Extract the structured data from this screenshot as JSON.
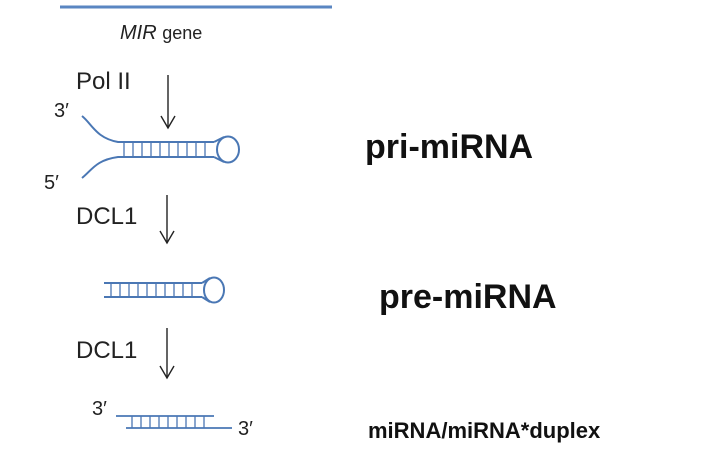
{
  "gene": {
    "name": "MIR",
    "suffix": "gene"
  },
  "steps": {
    "step1_enzyme": "Pol II",
    "step2_enzyme": "DCL1",
    "step3_enzyme": "DCL1"
  },
  "ends": {
    "pri_top": "3′",
    "pri_bottom": "5′",
    "duplex_left": "3′",
    "duplex_right": "3′"
  },
  "stages": {
    "pri": "pri-miRNA",
    "pre": "pre-miRNA",
    "duplex": "miRNA/miRNA*duplex"
  },
  "colors": {
    "rna": "#4a77b4",
    "arrow": "#222222"
  }
}
